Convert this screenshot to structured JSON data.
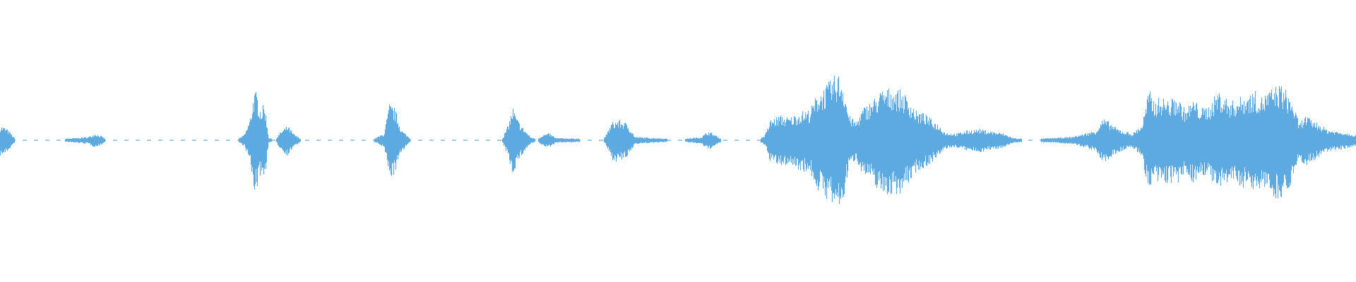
{
  "waveform": {
    "color": "#5DAAE0",
    "background": "#FFFFFF",
    "envelope": [
      [
        0.0,
        0.13
      ],
      [
        0.004,
        0.11
      ],
      [
        0.008,
        0.06
      ],
      [
        0.011,
        0.01
      ],
      [
        0.04,
        0.01
      ],
      [
        0.055,
        0.02
      ],
      [
        0.065,
        0.03
      ],
      [
        0.07,
        0.06
      ],
      [
        0.074,
        0.04
      ],
      [
        0.078,
        0.01
      ],
      [
        0.175,
        0.01
      ],
      [
        0.18,
        0.05
      ],
      [
        0.184,
        0.18
      ],
      [
        0.187,
        0.42
      ],
      [
        0.189,
        0.42
      ],
      [
        0.192,
        0.28
      ],
      [
        0.195,
        0.32
      ],
      [
        0.198,
        0.02
      ],
      [
        0.203,
        0.01
      ],
      [
        0.207,
        0.08
      ],
      [
        0.212,
        0.13
      ],
      [
        0.216,
        0.06
      ],
      [
        0.222,
        0.01
      ],
      [
        0.25,
        0.01
      ],
      [
        0.275,
        0.01
      ],
      [
        0.283,
        0.06
      ],
      [
        0.287,
        0.32
      ],
      [
        0.291,
        0.28
      ],
      [
        0.296,
        0.09
      ],
      [
        0.303,
        0.01
      ],
      [
        0.37,
        0.01
      ],
      [
        0.374,
        0.12
      ],
      [
        0.378,
        0.29
      ],
      [
        0.381,
        0.19
      ],
      [
        0.385,
        0.12
      ],
      [
        0.391,
        0.03
      ],
      [
        0.396,
        0.01
      ],
      [
        0.4,
        0.05
      ],
      [
        0.405,
        0.06
      ],
      [
        0.41,
        0.02
      ],
      [
        0.445,
        0.01
      ],
      [
        0.448,
        0.08
      ],
      [
        0.451,
        0.16
      ],
      [
        0.455,
        0.18
      ],
      [
        0.459,
        0.17
      ],
      [
        0.463,
        0.14
      ],
      [
        0.468,
        0.03
      ],
      [
        0.5,
        0.01
      ],
      [
        0.51,
        0.02
      ],
      [
        0.517,
        0.03
      ],
      [
        0.522,
        0.08
      ],
      [
        0.527,
        0.05
      ],
      [
        0.532,
        0.01
      ],
      [
        0.56,
        0.01
      ],
      [
        0.564,
        0.05
      ],
      [
        0.568,
        0.18
      ],
      [
        0.575,
        0.22
      ],
      [
        0.582,
        0.2
      ],
      [
        0.59,
        0.25
      ],
      [
        0.597,
        0.27
      ],
      [
        0.603,
        0.42
      ],
      [
        0.608,
        0.47
      ],
      [
        0.613,
        0.53
      ],
      [
        0.617,
        0.59
      ],
      [
        0.621,
        0.55
      ],
      [
        0.626,
        0.22
      ],
      [
        0.631,
        0.16
      ],
      [
        0.636,
        0.28
      ],
      [
        0.643,
        0.35
      ],
      [
        0.65,
        0.44
      ],
      [
        0.658,
        0.46
      ],
      [
        0.665,
        0.43
      ],
      [
        0.67,
        0.36
      ],
      [
        0.676,
        0.25
      ],
      [
        0.681,
        0.24
      ],
      [
        0.686,
        0.19
      ],
      [
        0.692,
        0.14
      ],
      [
        0.697,
        0.07
      ],
      [
        0.705,
        0.06
      ],
      [
        0.714,
        0.09
      ],
      [
        0.722,
        0.1
      ],
      [
        0.731,
        0.08
      ],
      [
        0.74,
        0.06
      ],
      [
        0.747,
        0.02
      ],
      [
        0.76,
        0.01
      ],
      [
        0.775,
        0.02
      ],
      [
        0.79,
        0.03
      ],
      [
        0.8,
        0.06
      ],
      [
        0.808,
        0.09
      ],
      [
        0.813,
        0.19
      ],
      [
        0.818,
        0.16
      ],
      [
        0.823,
        0.11
      ],
      [
        0.829,
        0.08
      ],
      [
        0.835,
        0.06
      ],
      [
        0.842,
        0.14
      ],
      [
        0.847,
        0.44
      ],
      [
        0.851,
        0.35
      ],
      [
        0.856,
        0.38
      ],
      [
        0.862,
        0.35
      ],
      [
        0.868,
        0.38
      ],
      [
        0.874,
        0.27
      ],
      [
        0.88,
        0.36
      ],
      [
        0.886,
        0.28
      ],
      [
        0.892,
        0.31
      ],
      [
        0.898,
        0.44
      ],
      [
        0.903,
        0.38
      ],
      [
        0.908,
        0.34
      ],
      [
        0.913,
        0.37
      ],
      [
        0.919,
        0.4
      ],
      [
        0.925,
        0.43
      ],
      [
        0.93,
        0.38
      ],
      [
        0.935,
        0.43
      ],
      [
        0.94,
        0.47
      ],
      [
        0.944,
        0.49
      ],
      [
        0.948,
        0.44
      ],
      [
        0.953,
        0.34
      ],
      [
        0.958,
        0.14
      ],
      [
        0.962,
        0.22
      ],
      [
        0.967,
        0.18
      ],
      [
        0.972,
        0.15
      ],
      [
        0.978,
        0.1
      ],
      [
        0.985,
        0.08
      ],
      [
        0.992,
        0.07
      ],
      [
        1.0,
        0.05
      ]
    ]
  }
}
